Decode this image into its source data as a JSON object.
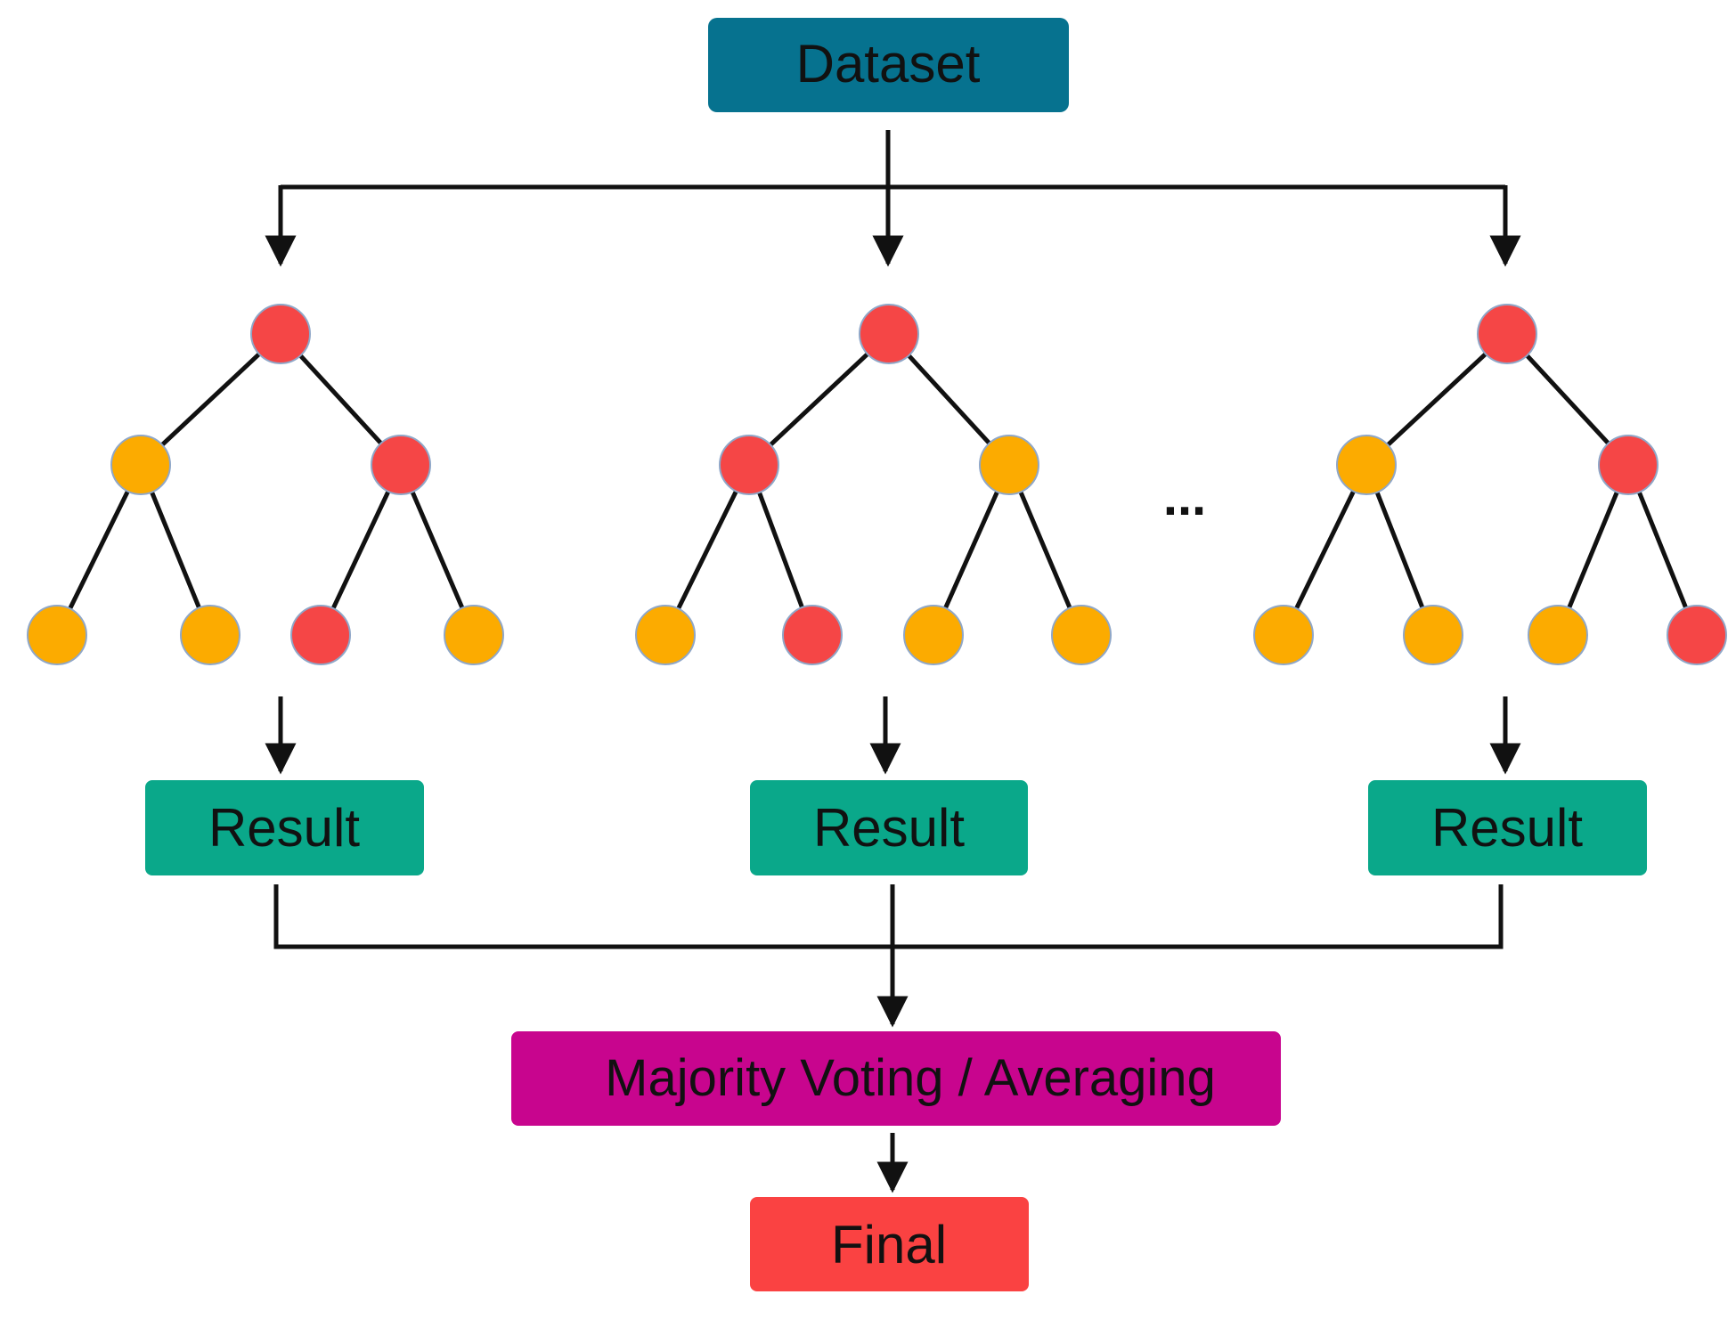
{
  "diagram": {
    "dataset_label": "Dataset",
    "ellipsis": "...",
    "result_labels": [
      "Result",
      "Result",
      "Result"
    ],
    "aggregation_label": "Majority Voting / Averaging",
    "final_label": "Final",
    "colors": {
      "dataset_box": "#06728f",
      "result_box": "#0aa88a",
      "aggregation_box": "#c8058e",
      "final_box": "#fa4242",
      "node_red": "#f54646",
      "node_orange": "#fcab00",
      "edge": "#111111",
      "text": "#111111"
    },
    "trees": [
      {
        "name": "tree-1",
        "node_colors": [
          "red",
          "orange",
          "red",
          "orange",
          "orange",
          "red",
          "orange"
        ]
      },
      {
        "name": "tree-2",
        "node_colors": [
          "red",
          "red",
          "orange",
          "orange",
          "red",
          "orange",
          "orange"
        ]
      },
      {
        "name": "tree-3",
        "node_colors": [
          "red",
          "orange",
          "red",
          "orange",
          "orange",
          "orange",
          "red"
        ]
      }
    ]
  }
}
